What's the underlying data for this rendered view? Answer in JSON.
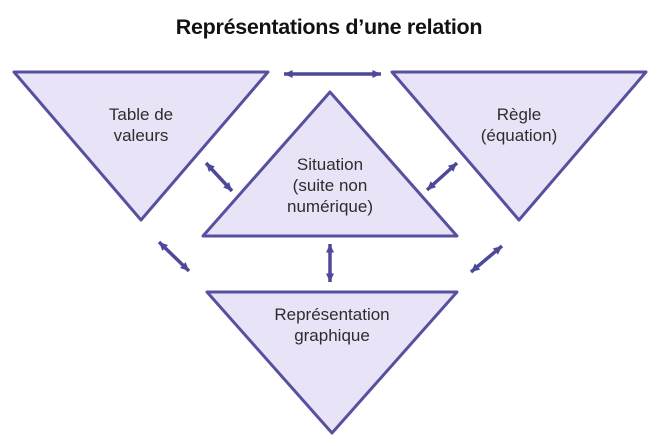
{
  "title": "Représentations d’une relation",
  "colors": {
    "background": "#ffffff",
    "triangle_fill": "#e9e3f8",
    "triangle_border": "#55519e",
    "arrow": "#4c4999",
    "title_text": "#121212",
    "label_text": "#2d2d2d"
  },
  "nodes": {
    "table": {
      "label": "Table de valeurs",
      "lines": [
        "Table de",
        "valeurs"
      ],
      "shape": "triangle-down"
    },
    "regle": {
      "label": "Règle (équation)",
      "lines": [
        "Règle",
        "(équation)"
      ],
      "shape": "triangle-down"
    },
    "situation": {
      "label": "Situation (suite non numérique)",
      "lines": [
        "Situation",
        "(suite non",
        "numérique)"
      ],
      "shape": "triangle-up"
    },
    "graphique": {
      "label": "Représentation graphique",
      "lines": [
        "Représentation",
        "graphique"
      ],
      "shape": "triangle-down"
    }
  },
  "connections": [
    {
      "from": "Table de valeurs",
      "to": "Règle (équation)",
      "bidirectional": true
    },
    {
      "from": "Table de valeurs",
      "to": "Situation (suite non numérique)",
      "bidirectional": true
    },
    {
      "from": "Règle (équation)",
      "to": "Situation (suite non numérique)",
      "bidirectional": true
    },
    {
      "from": "Situation (suite non numérique)",
      "to": "Représentation graphique",
      "bidirectional": true
    },
    {
      "from": "Table de valeurs",
      "to": "Représentation graphique",
      "bidirectional": true
    },
    {
      "from": "Règle (équation)",
      "to": "Représentation graphique",
      "bidirectional": true
    }
  ]
}
